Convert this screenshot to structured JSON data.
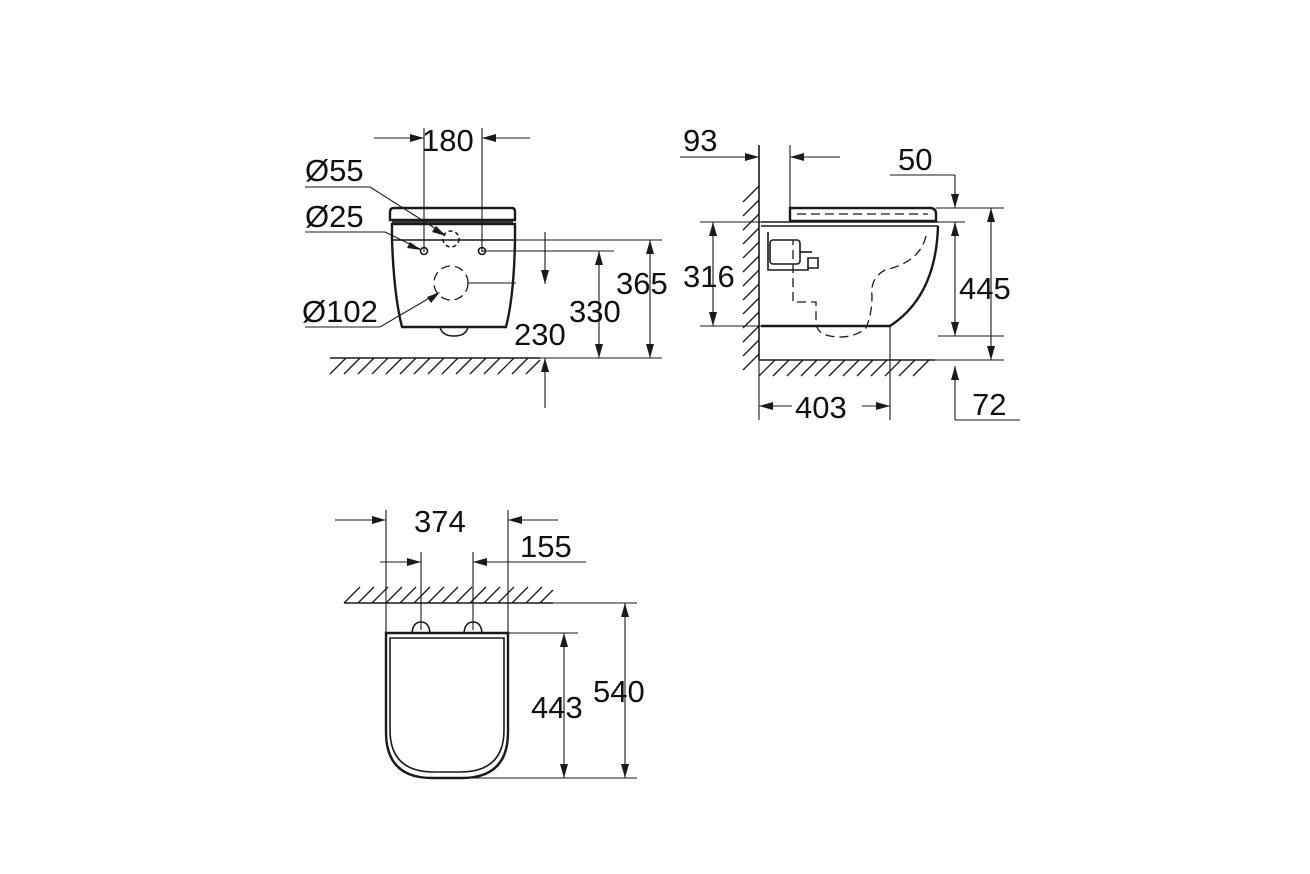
{
  "front_view": {
    "width_180": "180",
    "dia_55": "Ø55",
    "dia_25": "Ø25",
    "dia_102": "Ø102",
    "height_365": "365",
    "height_330": "330",
    "height_230": "230"
  },
  "side_view": {
    "offset_93": "93",
    "offset_50": "50",
    "height_316": "316",
    "height_445": "445",
    "depth_403": "403",
    "offset_72": "72"
  },
  "top_view": {
    "width_374": "374",
    "spacing_155": "155",
    "length_443": "443",
    "length_540": "540"
  }
}
